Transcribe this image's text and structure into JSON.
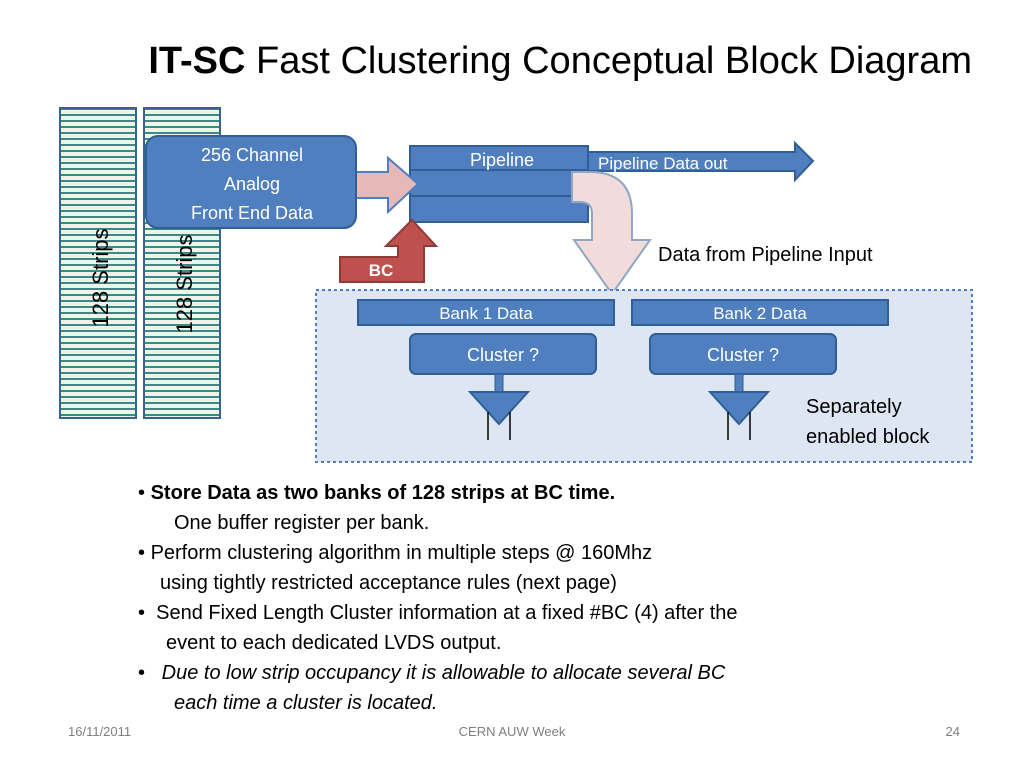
{
  "slide": {
    "title_bold": "IT-SC",
    "title_rest": " Fast Clustering Conceptual Block Diagram"
  },
  "diagram": {
    "strips_label_1": "128 Strips",
    "strips_label_2": "128 Strips",
    "afe_line1": "256 Channel",
    "afe_line2": "Analog",
    "afe_line3": "Front  End Data",
    "pipeline_label": "Pipeline",
    "pipeline_out_label": "Pipeline Data out",
    "bc_label": "BC",
    "pipeline_input_label": "Data from Pipeline Input",
    "bank1_label": "Bank 1 Data",
    "bank2_label": "Bank 2 Data",
    "cluster1_label": "Cluster ?",
    "cluster2_label": "Cluster ?",
    "separate_line1": "Separately",
    "separate_line2": "enabled block",
    "colors": {
      "block_blue": "#4f7fbf",
      "block_border": "#2f5f96",
      "strip_fill": "#dde9d3",
      "bc_red": "#c0504d",
      "arrow_pink": "#e6b9b8",
      "dotted_area": "#dde6f2"
    }
  },
  "bullets": [
    {
      "marker": "• ",
      "bold": "Store Data as two banks of 128 strips at BC time.",
      "text": ""
    },
    {
      "marker": "",
      "bold": "",
      "text": "One buffer register per bank."
    },
    {
      "marker": "• ",
      "bold": "",
      "text": "Perform clustering algorithm in multiple steps  @ 160Mhz"
    },
    {
      "marker": "",
      "bold": "",
      "text": "using tightly restricted acceptance rules (next page)"
    },
    {
      "marker": "•  ",
      "bold": "",
      "text": "Send Fixed Length Cluster information at a fixed #BC (4) after the"
    },
    {
      "marker": "",
      "bold": "",
      "text": "event to each dedicated LVDS output."
    },
    {
      "marker": "•   ",
      "bold": "",
      "text": "Due to low strip occupancy it is allowable to allocate several BC"
    },
    {
      "marker": "",
      "bold": "",
      "text": "each time a cluster is located."
    }
  ],
  "footer": {
    "date": "16/11/2011",
    "event": "CERN AUW Week",
    "page": "24"
  }
}
